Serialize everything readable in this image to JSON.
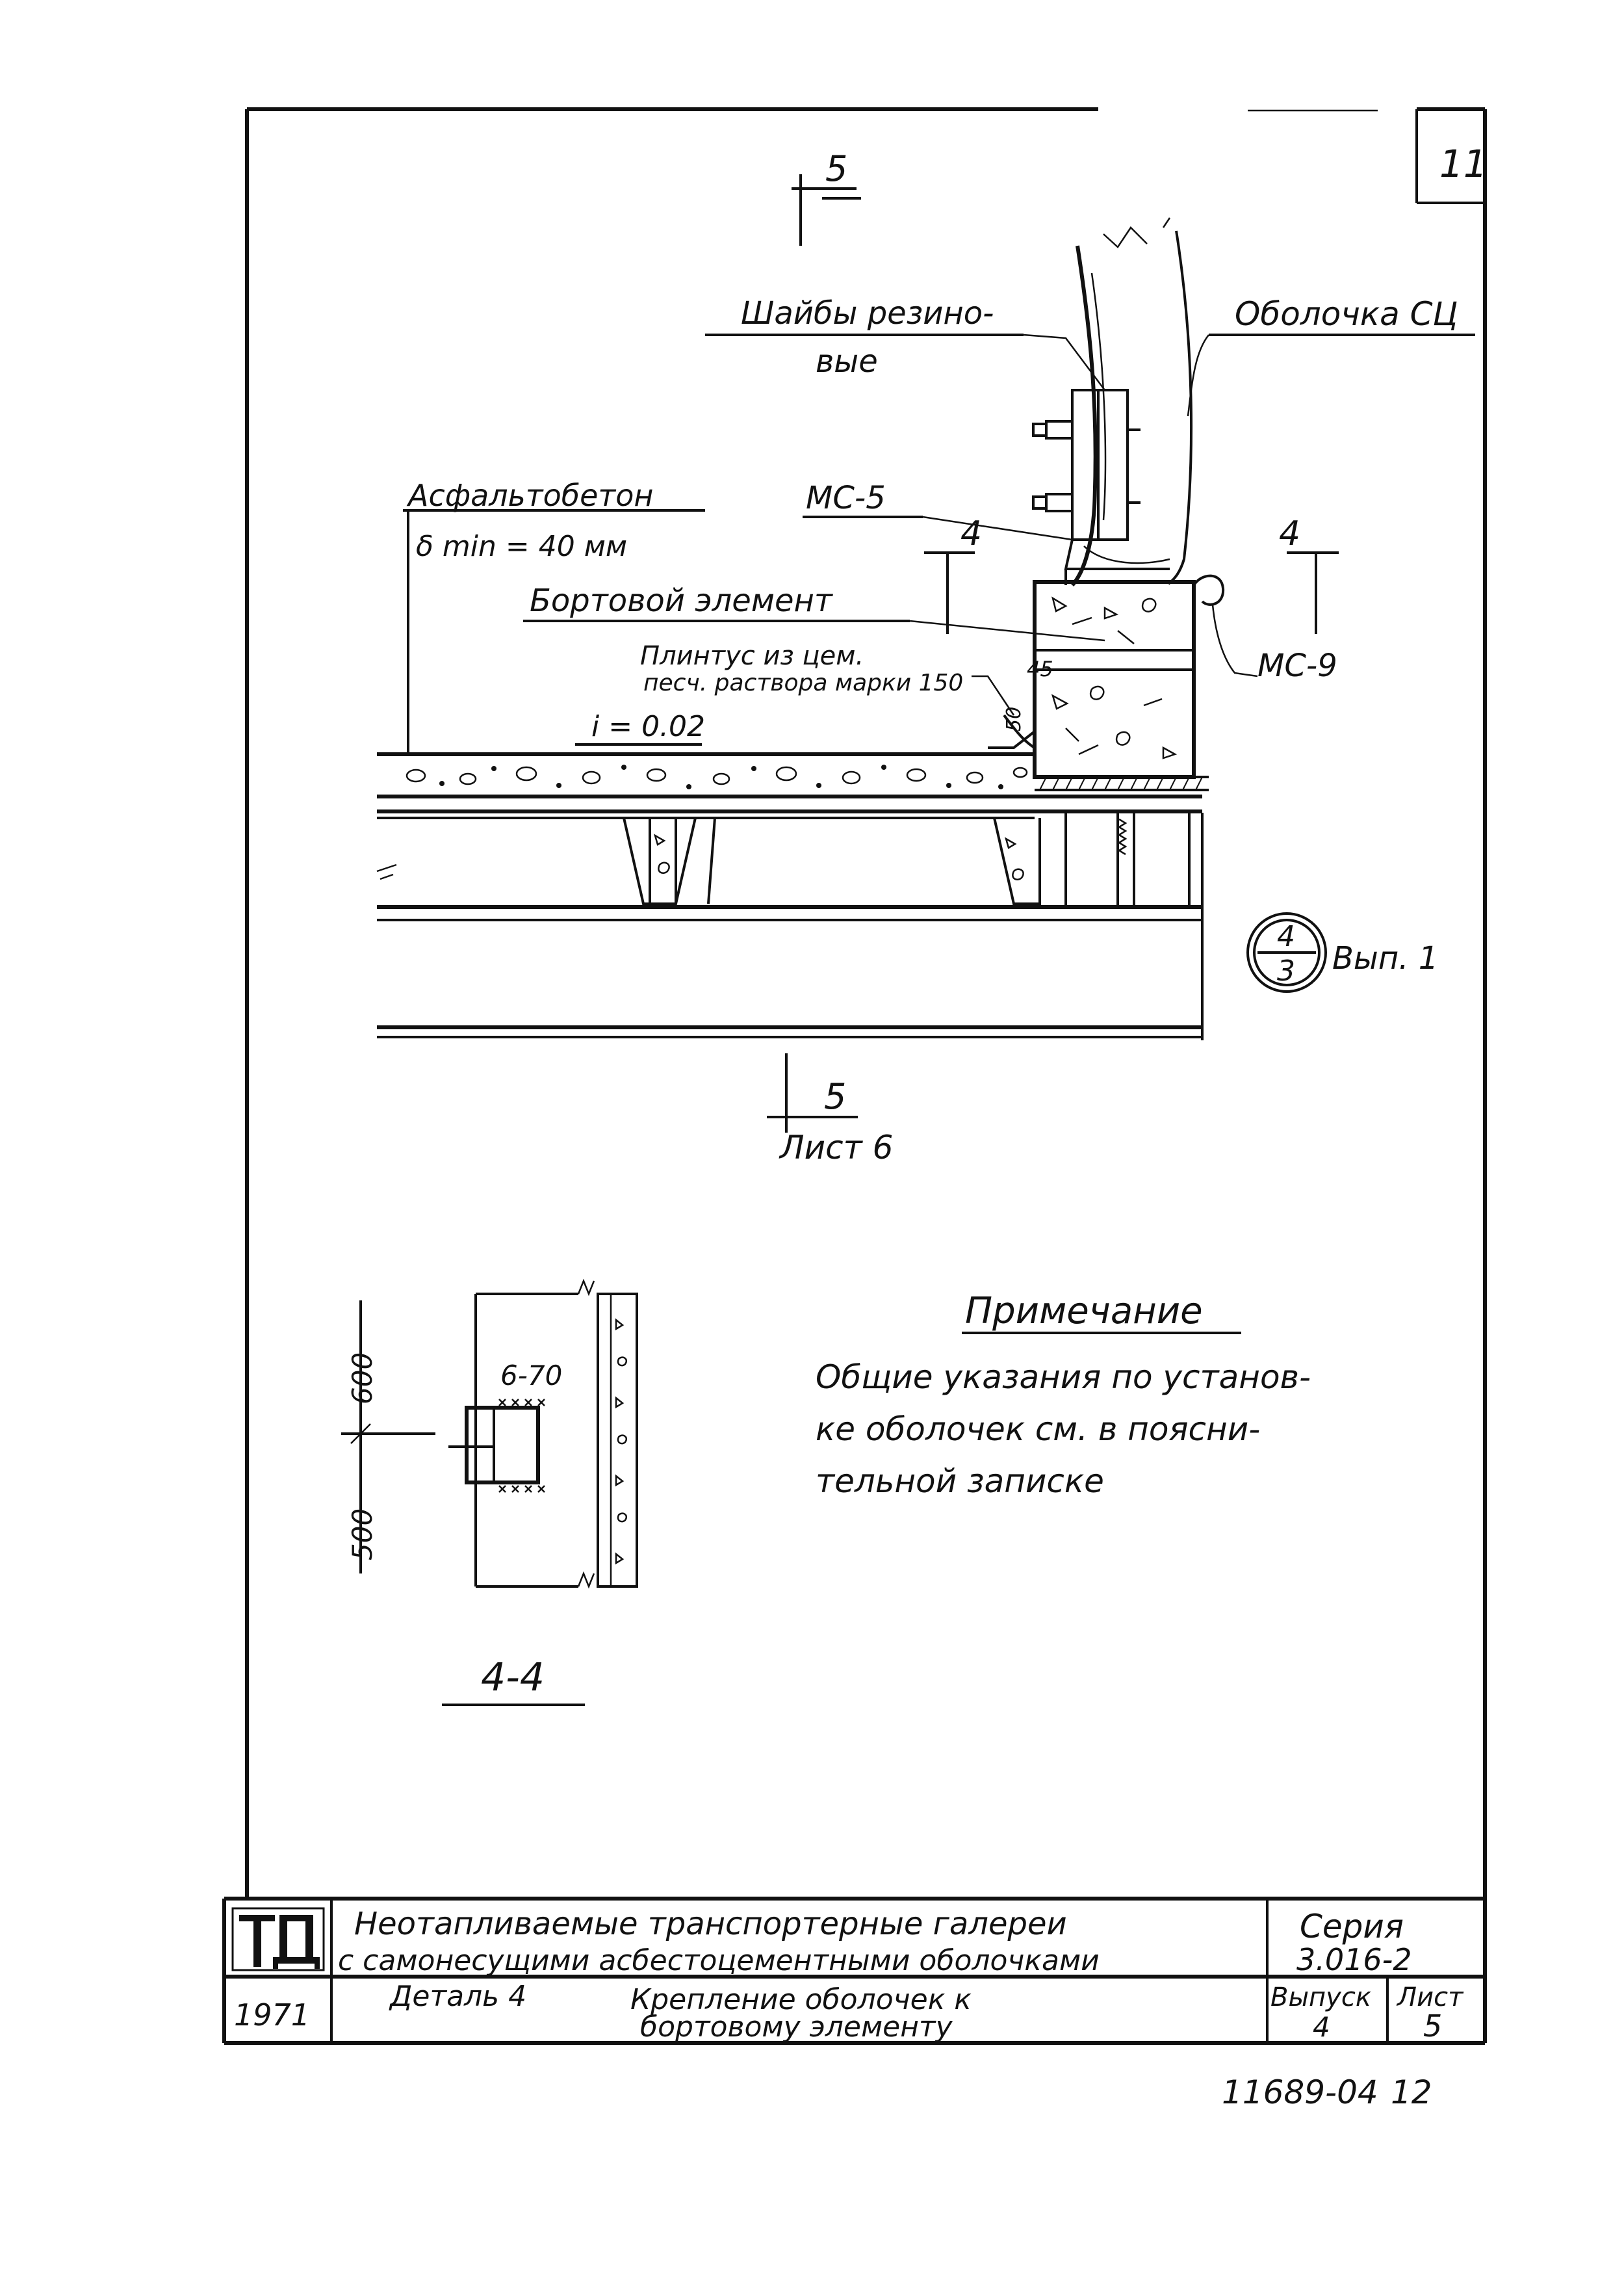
{
  "sheet_number": "11",
  "section_marks": {
    "top": "5",
    "bottom": "5",
    "bottom_ref": "Лист 6",
    "left": "4",
    "right": "4"
  },
  "labels": {
    "washers": "Шайбы резино-",
    "washers_cont": "вые",
    "shell": "Оболочка СЦ",
    "asphalt": "Асфальтобетон",
    "asphalt_thickness": "δ min = 40 мм",
    "mc5": "МС-5",
    "mc9": "МС-9",
    "curb_element": "Бортовой элемент",
    "plinth_line1": "Плинтус из цем.",
    "plinth_line2": "песч. раствора марки 150",
    "slope": "i = 0.02",
    "dim_45": "45",
    "dim_50": "50"
  },
  "reference_circle": {
    "numerator": "4",
    "denominator": "3",
    "issue": "Вып. 1"
  },
  "section_4_4": {
    "title": "4-4",
    "dim_upper": "600",
    "dim_lower": "500",
    "weld": "6-70"
  },
  "note": {
    "title": "Примечание",
    "lines": [
      "Общие указания по установ-",
      "ке оболочек см. в поясни-",
      "тельной записке"
    ]
  },
  "title_block": {
    "project_line1": "Неотапливаемые транспортерные галереи",
    "project_line2": "с самонесущими асбестоцементными оболочками",
    "series_label": "Серия",
    "series_value": "3.016-2",
    "year": "1971",
    "detail_label": "Деталь 4",
    "detail_line1": "Крепление оболочек к",
    "detail_line2": "бортовому элементу",
    "issue_label": "Выпуск",
    "issue_value": "4",
    "sheet_label": "Лист",
    "sheet_value": "5"
  },
  "footer_code": "11689-04",
  "footer_page": "12"
}
